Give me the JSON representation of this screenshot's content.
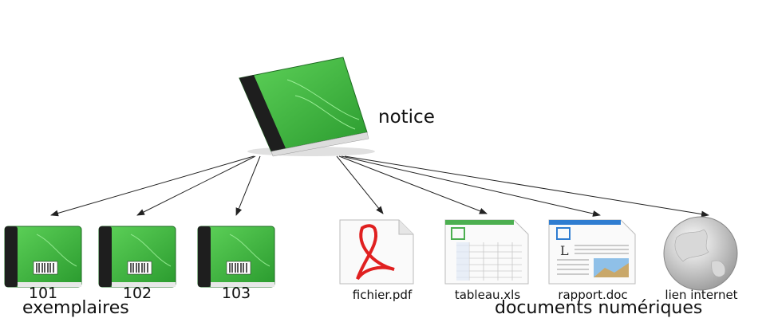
{
  "root": {
    "label": "notice",
    "icon": "green-book-icon"
  },
  "exemplaires": {
    "group_label": "exemplaires",
    "items": [
      {
        "label": "101",
        "icon": "barcode-book-icon"
      },
      {
        "label": "102",
        "icon": "barcode-book-icon"
      },
      {
        "label": "103",
        "icon": "barcode-book-icon"
      }
    ]
  },
  "documents": {
    "group_label": "documents numériques",
    "items": [
      {
        "label": "fichier.pdf",
        "icon": "pdf-file-icon"
      },
      {
        "label": "tableau.xls",
        "icon": "spreadsheet-file-icon"
      },
      {
        "label": "rapport.doc",
        "icon": "text-document-icon"
      },
      {
        "label": "lien internet",
        "icon": "globe-icon"
      }
    ]
  },
  "colors": {
    "book_green": "#3cb043",
    "book_spine": "#1e1e1e",
    "doc_accent": "#2f7dd1",
    "sheet_accent": "#4caf50",
    "pdf_red": "#e02020"
  }
}
